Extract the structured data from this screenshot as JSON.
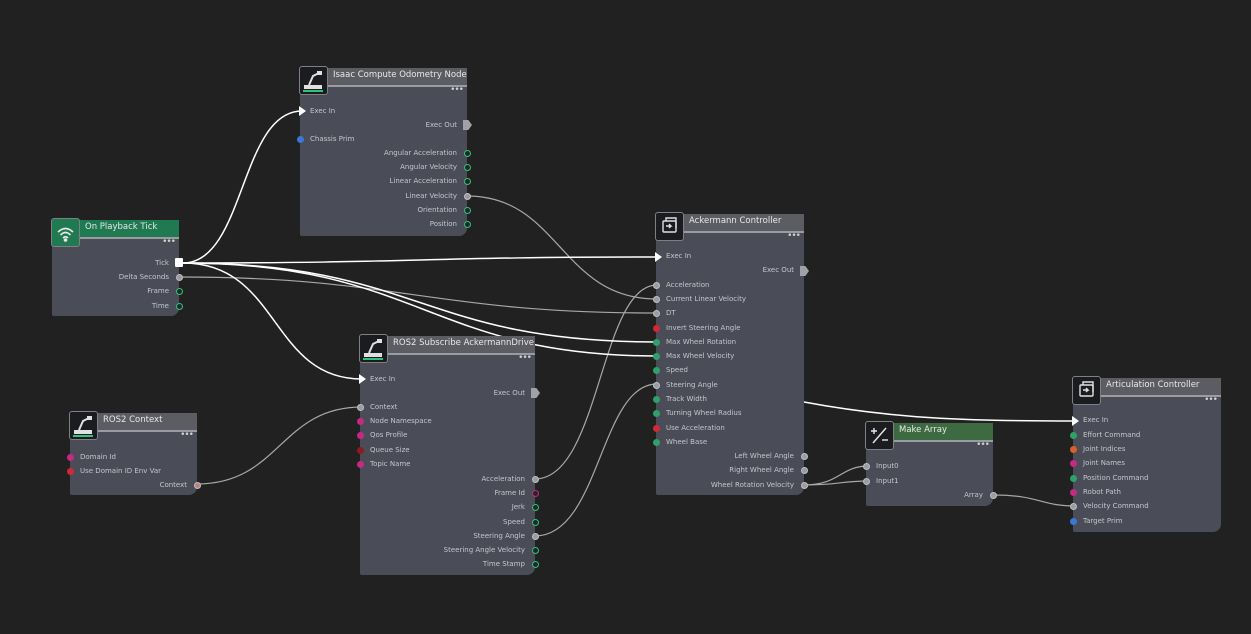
{
  "nodes": {
    "odometry": {
      "title": "Isaac Compute Odometry Node",
      "icon": "robot-arm-icon",
      "inputs": [
        "Exec In",
        "Chassis Prim"
      ],
      "outputs": [
        "Exec Out",
        "Angular Acceleration",
        "Angular Velocity",
        "Linear Acceleration",
        "Linear Velocity",
        "Orientation",
        "Position"
      ]
    },
    "playback": {
      "title": "On Playback Tick",
      "icon": "wifi-icon",
      "outputs": [
        "Tick",
        "Delta Seconds",
        "Frame",
        "Time"
      ]
    },
    "ros2sub": {
      "title": "ROS2 Subscribe AckermannDrive",
      "icon": "robot-arm-icon",
      "inputs": [
        "Exec In",
        "Context",
        "Node Namespace",
        "Qos Profile",
        "Queue Size",
        "Topic Name"
      ],
      "outputs": [
        "Exec Out",
        "Acceleration",
        "Frame Id",
        "Jerk",
        "Speed",
        "Steering Angle",
        "Steering Angle Velocity",
        "Time Stamp"
      ]
    },
    "ros2ctx": {
      "title": "ROS2 Context",
      "icon": "robot-arm-icon",
      "inputs": [
        "Domain Id",
        "Use Domain ID Env Var"
      ],
      "outputs": [
        "Context"
      ]
    },
    "ackermann": {
      "title": "Ackermann Controller",
      "icon": "controller-icon",
      "inputs": [
        "Exec In",
        "Acceleration",
        "Current Linear Velocity",
        "DT",
        "Invert Steering Angle",
        "Max Wheel Rotation",
        "Max Wheel Velocity",
        "Speed",
        "Steering Angle",
        "Track Width",
        "Turning Wheel Radius",
        "Use Acceleration",
        "Wheel Base"
      ],
      "outputs": [
        "Exec Out",
        "Left Wheel Angle",
        "Right Wheel Angle",
        "Wheel Rotation Velocity"
      ]
    },
    "makearray": {
      "title": "Make Array",
      "icon": "plus-minus-icon",
      "inputs": [
        "Input0",
        "Input1"
      ],
      "outputs": [
        "Array"
      ]
    },
    "articulation": {
      "title": "Articulation Controller",
      "icon": "controller-icon",
      "inputs": [
        "Exec In",
        "Effort Command",
        "Joint Indices",
        "Joint Names",
        "Position Command",
        "Robot Path",
        "Velocity Command",
        "Target Prim"
      ]
    }
  },
  "menu_glyph": "•••",
  "colors": {
    "background": "#212121",
    "node_body": "#4a4d57",
    "header_default": "#5b5d63",
    "header_event": "#1f7a52",
    "header_math": "#3e6a42",
    "exec_wire": "#ffffff",
    "data_wire": "#a8a8a8"
  }
}
